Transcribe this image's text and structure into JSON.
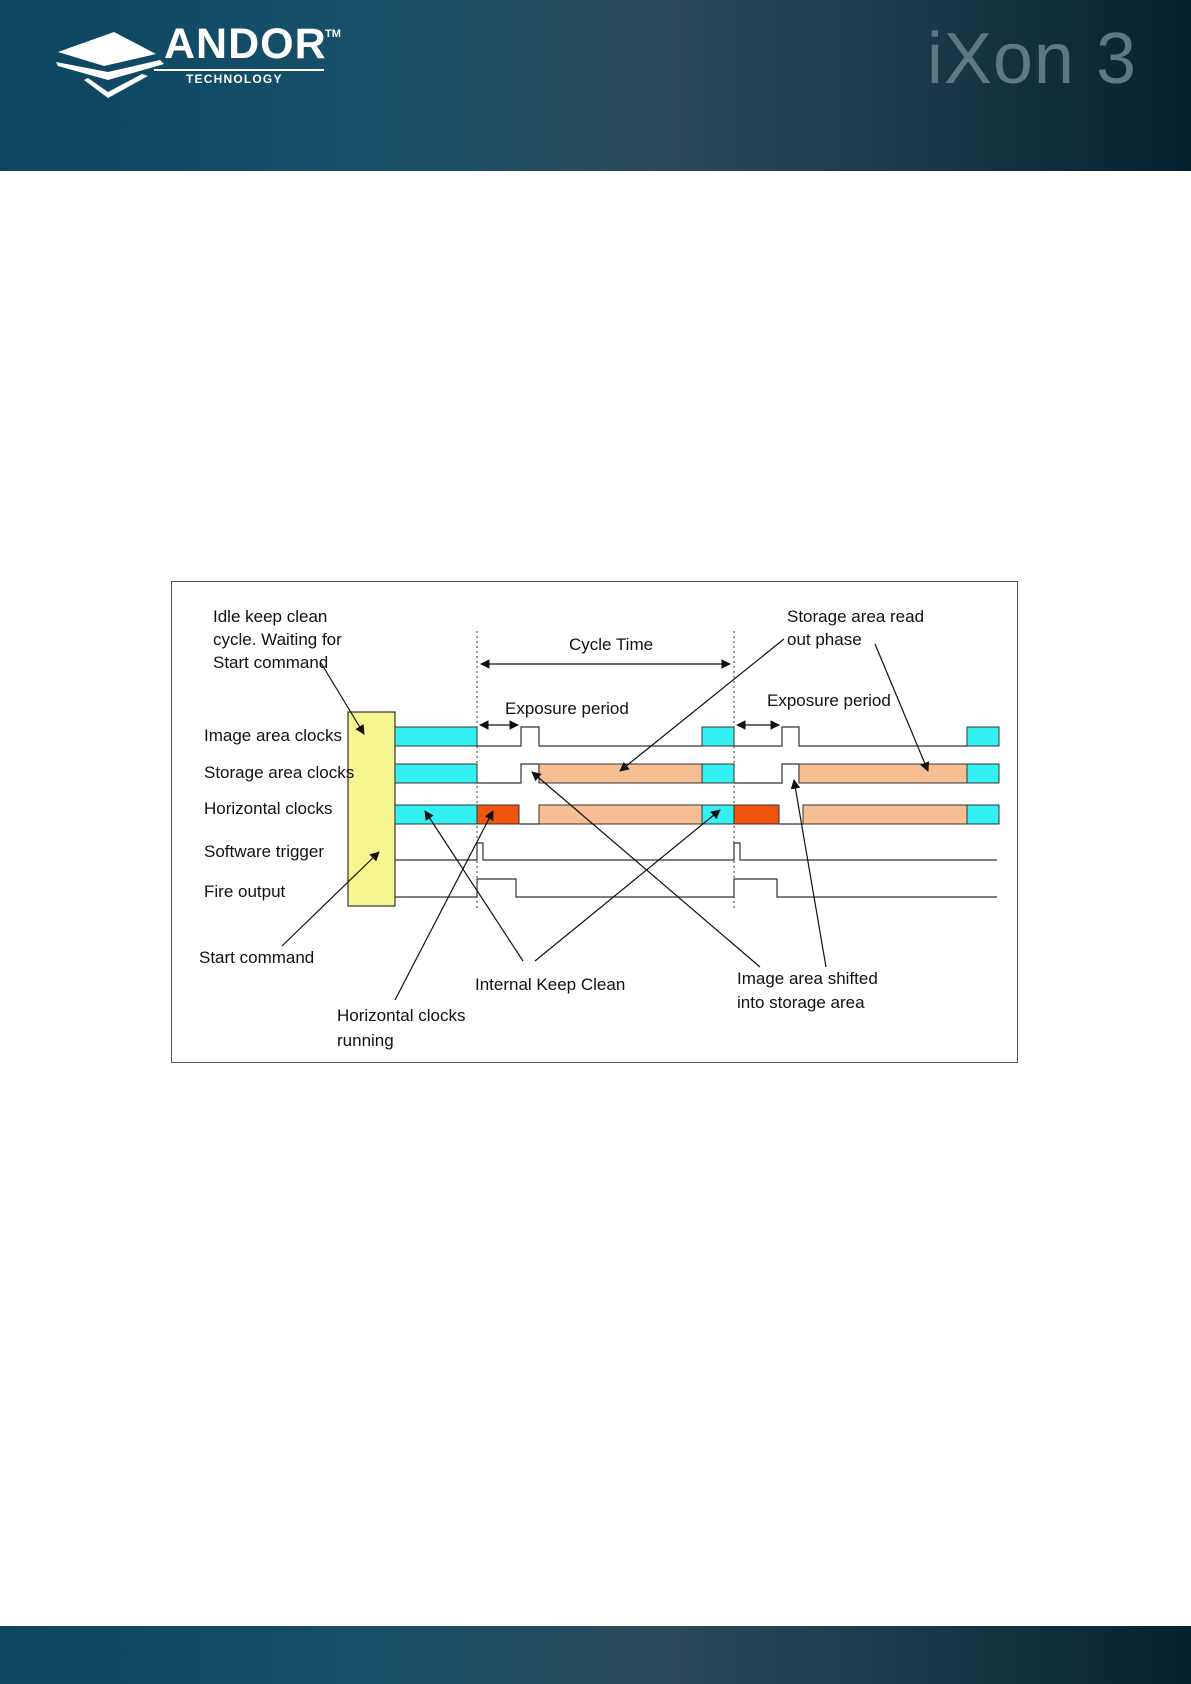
{
  "header": {
    "brand_name": "ANDOR",
    "trademark": "TM",
    "brand_subtitle": "TECHNOLOGY",
    "product_name": "iXon 3"
  },
  "figure": {
    "signal_labels": [
      "Image area clocks",
      "Storage area clocks",
      "Horizontal clocks",
      "Software trigger",
      "Fire output"
    ],
    "annotations": {
      "idle": [
        "Idle keep clean",
        "cycle. Waiting for",
        "Start command"
      ],
      "cycle_time": "Cycle Time",
      "exposure_1": "Exposure period",
      "exposure_2": "Exposure period",
      "storage_read": [
        "Storage area read",
        "out phase"
      ],
      "start_command": "Start command",
      "internal_keep_clean": "Internal Keep Clean",
      "horizontal_running": [
        "Horizontal clocks",
        "running"
      ],
      "image_shifted": [
        "Image area shifted",
        "into storage area"
      ]
    },
    "colors": {
      "keep_clean": "#33f0f2",
      "readout": "#f8be93",
      "horizontal_running": "#f2540e",
      "idle_block": "#f6f691"
    }
  }
}
